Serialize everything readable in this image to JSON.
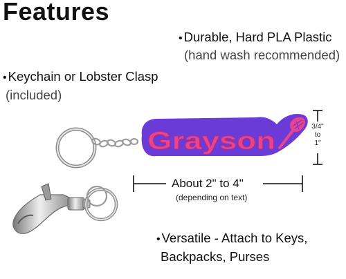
{
  "heading": "Features",
  "features": {
    "durable": {
      "bullet": "•",
      "line1": "Durable, Hard PLA Plastic",
      "line2": "(hand wash recommended)"
    },
    "keychain": {
      "bullet": "•",
      "line1": "Keychain or Lobster Clasp",
      "line2": "(included)"
    },
    "versatile": {
      "bullet": "•",
      "line1": "Versatile - Attach to Keys,",
      "line2": "Backpacks, Purses"
    }
  },
  "product": {
    "name_text": "Grayson",
    "text_color": "#e8438f",
    "base_color": "#6a3bd6",
    "icon": "lacrosse-stick-icon"
  },
  "dimensions": {
    "height_line1": "3/4\"",
    "height_line2": "to",
    "height_line3": "1\"",
    "width_main": "About 2\" to 4\"",
    "width_sub": "(depending on text)"
  },
  "colors": {
    "text": "#111111",
    "metal": "#b8b8b8"
  }
}
